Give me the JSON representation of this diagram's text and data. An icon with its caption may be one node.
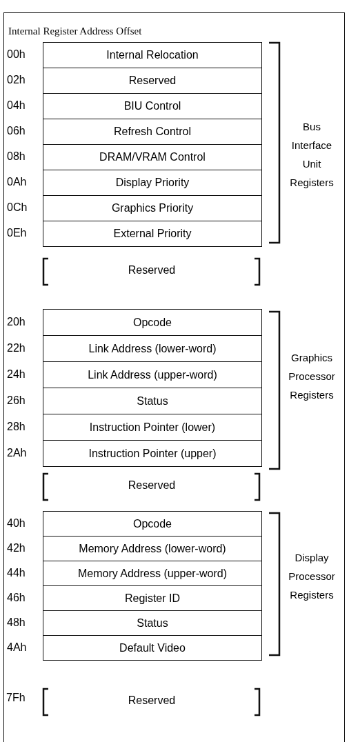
{
  "diagram": {
    "nodes": [
      {
        "text": [
          "Internal Register Address Offset"
        ]
      },
      {
        "text": [
          "Internal Relocation"
        ],
        "in": 0,
        "beside": [
          "00h"
        ]
      },
      {
        "text": [
          "Reserved"
        ],
        "in": 0,
        "beside": [
          "02h"
        ]
      },
      {
        "text": [
          "BIU Control"
        ],
        "in": 0,
        "beside": [
          "04h"
        ]
      },
      {
        "text": [
          "Refresh Control"
        ],
        "in": 0,
        "beside": [
          "06h"
        ]
      },
      {
        "text": [
          "DRAM/VRAM Control"
        ],
        "in": 0,
        "beside": [
          "08h"
        ]
      },
      {
        "text": [
          "Display Priority"
        ],
        "in": 0,
        "beside": [
          "0Ah"
        ]
      },
      {
        "text": [
          "Graphics Priority"
        ],
        "in": 0,
        "beside": [
          "0Ch"
        ]
      },
      {
        "text": [
          "External Priority"
        ],
        "in": 0,
        "beside": [
          "0Eh"
        ]
      },
      {
        "text": [
          "Opcode"
        ],
        "in": 0,
        "beside": [
          "20h"
        ]
      },
      {
        "text": [
          "Link Address (lower-word)"
        ],
        "in": 0,
        "beside": [
          "22h"
        ]
      },
      {
        "text": [
          "Link Address (upper-word)"
        ],
        "in": 0,
        "beside": [
          "24h"
        ]
      },
      {
        "text": [
          "Status"
        ],
        "in": 0,
        "beside": [
          "26h"
        ]
      },
      {
        "text": [
          "Instruction Pointer (lower)"
        ],
        "in": 0,
        "beside": [
          "28h"
        ]
      },
      {
        "text": [
          "Instruction Pointer (upper)"
        ],
        "in": 0,
        "beside": [
          "2Ah"
        ]
      },
      {
        "text": [
          "Opcode"
        ],
        "in": 0,
        "beside": [
          "40h"
        ]
      },
      {
        "text": [
          "Memory Address (lower-word)"
        ],
        "in": 0,
        "beside": [
          "42h"
        ]
      },
      {
        "text": [
          "Memory Address (upper-word)"
        ],
        "in": 0,
        "beside": [
          "44h"
        ]
      },
      {
        "text": [
          "Register ID"
        ],
        "in": 0,
        "beside": [
          "46h"
        ]
      },
      {
        "text": [
          "Status"
        ],
        "in": 0,
        "beside": [
          "48h"
        ]
      },
      {
        "text": [
          "Default Video"
        ],
        "in": 0,
        "beside": [
          "4Ah"
        ]
      }
    ],
    "edges": [],
    "labels": [
      "Bus Interface Unit Registers",
      "Reserved",
      "Graphics Processor Registers",
      "Reserved",
      "Display Processor Registers",
      "7Fh",
      "Reserved"
    ]
  }
}
